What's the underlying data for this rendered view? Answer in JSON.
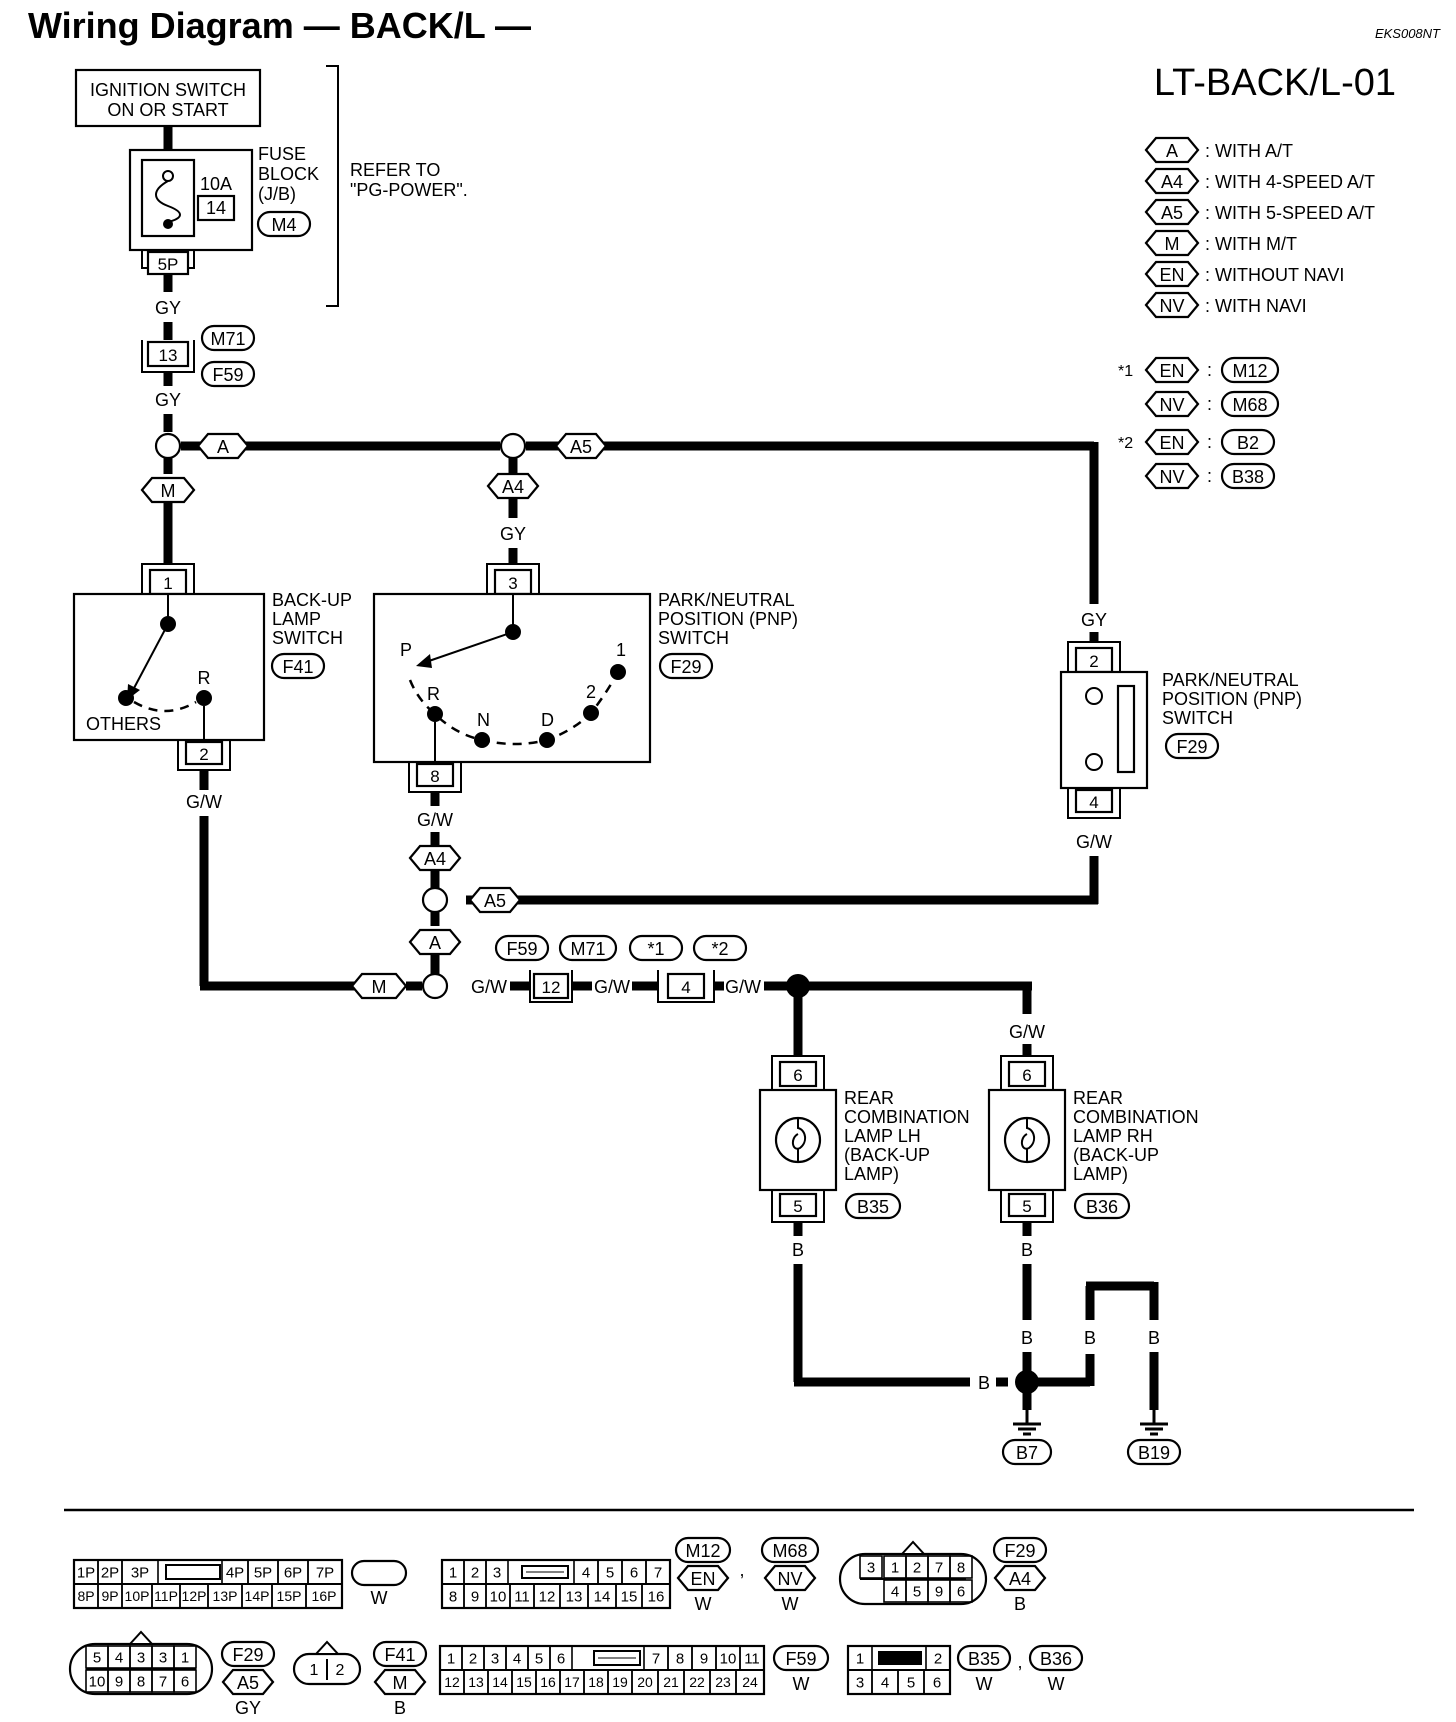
{
  "header": {
    "title": "Wiring Diagram — BACK/L —",
    "doc_code": "EKS008NT",
    "page_code": "LT-BACK/L-01"
  },
  "legend": [
    {
      "tag": "A",
      "text": ": WITH A/T"
    },
    {
      "tag": "A4",
      "text": ": WITH 4-SPEED A/T"
    },
    {
      "tag": "A5",
      "text": ": WITH 5-SPEED A/T"
    },
    {
      "tag": "M",
      "text": ": WITH M/T"
    },
    {
      "tag": "EN",
      "text": ": WITHOUT NAVI"
    },
    {
      "tag": "NV",
      "text": ": WITH NAVI"
    }
  ],
  "notes": [
    {
      "mark": "*1",
      "rows": [
        {
          "tag": "EN",
          "conn": "M12"
        },
        {
          "tag": "NV",
          "conn": "M68"
        }
      ]
    },
    {
      "mark": "*2",
      "rows": [
        {
          "tag": "EN",
          "conn": "B2"
        },
        {
          "tag": "NV",
          "conn": "B38"
        }
      ]
    }
  ],
  "components": {
    "ignition": {
      "line1": "IGNITION SWITCH",
      "line2": "ON OR START"
    },
    "fuse": {
      "rating": "10A",
      "number": "14",
      "label1": "FUSE",
      "label2": "BLOCK",
      "label3": "(J/B)",
      "conn": "M4",
      "pin": "5P"
    },
    "refer": {
      "line1": "REFER TO",
      "line2": "\"PG-POWER\"."
    },
    "joint13": {
      "pin": "13",
      "conn1": "M71",
      "conn2": "F59"
    },
    "backup_switch": {
      "line1": "BACK-UP",
      "line2": "LAMP",
      "line3": "SWITCH",
      "conn": "F41",
      "pin_top": "1",
      "pin_bottom": "2",
      "pos_others": "OTHERS",
      "pos_r": "R"
    },
    "pnp_switch": {
      "line1": "PARK/NEUTRAL",
      "line2": "POSITION (PNP)",
      "line3": "SWITCH",
      "conn": "F29",
      "pin_top": "3",
      "pin_bottom": "8",
      "pos_p": "P",
      "pos_r": "R",
      "pos_n": "N",
      "pos_d": "D",
      "pos_2": "2",
      "pos_1": "1"
    },
    "pnp_switch_5at": {
      "line1": "PARK/NEUTRAL",
      "line2": "POSITION (PNP)",
      "line3": "SWITCH",
      "conn": "F29",
      "pin_top": "2",
      "pin_bottom": "4"
    },
    "joint12": {
      "pin": "12",
      "conn1": "F59",
      "conn2": "M71"
    },
    "joint4": {
      "pin": "4",
      "conn1": "*1",
      "conn2": "*2"
    },
    "lamp_lh": {
      "line1": "REAR",
      "line2": "COMBINATION",
      "line3": "LAMP LH",
      "line4": "(BACK-UP",
      "line5": "LAMP)",
      "conn": "B35",
      "pin_top": "6",
      "pin_bottom": "5"
    },
    "lamp_rh": {
      "line1": "REAR",
      "line2": "COMBINATION",
      "line3": "LAMP RH",
      "line4": "(BACK-UP",
      "line5": "LAMP)",
      "conn": "B36",
      "pin_top": "6",
      "pin_bottom": "5"
    },
    "grounds": [
      "B7",
      "B19"
    ]
  },
  "wires": {
    "gy": "GY",
    "gw": "G/W",
    "b": "B"
  },
  "tags": {
    "a": "A",
    "a4": "A4",
    "a5": "A5",
    "m": "M"
  },
  "connectors": {
    "m4": {
      "top": [
        "1P",
        "2P",
        "3P",
        "",
        "4P",
        "5P",
        "6P",
        "7P"
      ],
      "bottom": [
        "8P",
        "9P",
        "10P",
        "11P",
        "12P",
        "13P",
        "14P",
        "15P",
        "16P"
      ],
      "name": "M4",
      "color": "W"
    },
    "m12": {
      "top": [
        "1",
        "2",
        "3",
        "",
        "4",
        "5",
        "6",
        "7"
      ],
      "bottom": [
        "8",
        "9",
        "10",
        "11",
        "12",
        "13",
        "14",
        "15",
        "16"
      ],
      "name": "M12",
      "tag": "EN",
      "color": "W"
    },
    "m68": {
      "name": "M68",
      "tag": "NV",
      "color": "W",
      "sep": ","
    },
    "f29a": {
      "top": [
        "3",
        "1",
        "2",
        "7",
        "8"
      ],
      "bottom": [
        "4",
        "5",
        "9",
        "6"
      ],
      "name": "F29",
      "tag": "A4",
      "color": "B"
    },
    "f29b": {
      "top": [
        "5",
        "4",
        "3",
        "3",
        "1"
      ],
      "bottom": [
        "10",
        "9",
        "8",
        "7",
        "6"
      ],
      "name": "F29",
      "tag": "A5",
      "color": "GY"
    },
    "f41": {
      "cells": [
        "1",
        "2"
      ],
      "name": "F41",
      "tag": "M",
      "color": "B"
    },
    "f59": {
      "top": [
        "1",
        "2",
        "3",
        "4",
        "5",
        "6",
        "",
        "7",
        "8",
        "9",
        "10",
        "11"
      ],
      "bottom": [
        "12",
        "13",
        "14",
        "15",
        "16",
        "17",
        "18",
        "19",
        "20",
        "21",
        "22",
        "23",
        "24"
      ],
      "name": "F59",
      "color": "W"
    },
    "b35": {
      "top": [
        "1",
        "",
        "2"
      ],
      "bottom": [
        "3",
        "4",
        "5",
        "6"
      ],
      "name": "B35",
      "name2": "B36",
      "color": "W",
      "color2": "W",
      "sep": ","
    }
  }
}
